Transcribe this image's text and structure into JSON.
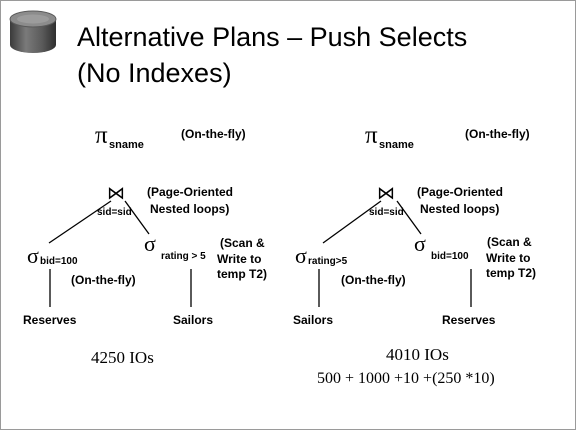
{
  "title": {
    "line1": "Alternative Plans – Push Selects",
    "line2": "(No Indexes)"
  },
  "icons": {
    "logo": "disk-cylinder-icon"
  },
  "colors": {
    "logo_body": "#6a6a6a",
    "logo_top": "#8c8c8c",
    "border": "#9a9a9a"
  },
  "symbols": {
    "project": "π",
    "select": "σ",
    "join": "⋈"
  },
  "left_plan": {
    "project_sub": "sname",
    "project_note": "(On-the-fly)",
    "join_sub": "sid=sid",
    "join_note_1": "(Page-Oriented",
    "join_note_2": "Nested  loops)",
    "left_select_sub": "bid=100",
    "left_select_note": "(On-the-fly)",
    "right_select_sub": "rating > 5",
    "right_select_note_1": "(Scan &",
    "right_select_note_2": "Write to",
    "right_select_note_3": "temp T2)",
    "left_leaf": "Reserves",
    "right_leaf": "Sailors",
    "cost": "4250 IOs"
  },
  "right_plan": {
    "project_sub": "sname",
    "project_note": "(On-the-fly)",
    "join_sub": "sid=sid",
    "join_note_1": "(Page-Oriented",
    "join_note_2": "Nested  loops)",
    "left_select_sub": "rating>5",
    "left_select_note": "(On-the-fly)",
    "right_select_sub": "bid=100",
    "right_select_note_1": "(Scan &",
    "right_select_note_2": "Write to",
    "right_select_note_3": "temp T2)",
    "left_leaf": "Sailors",
    "right_leaf": "Reserves",
    "cost": "4010 IOs",
    "cost_formula": "500 + 1000 +10 +(250 *10)"
  }
}
